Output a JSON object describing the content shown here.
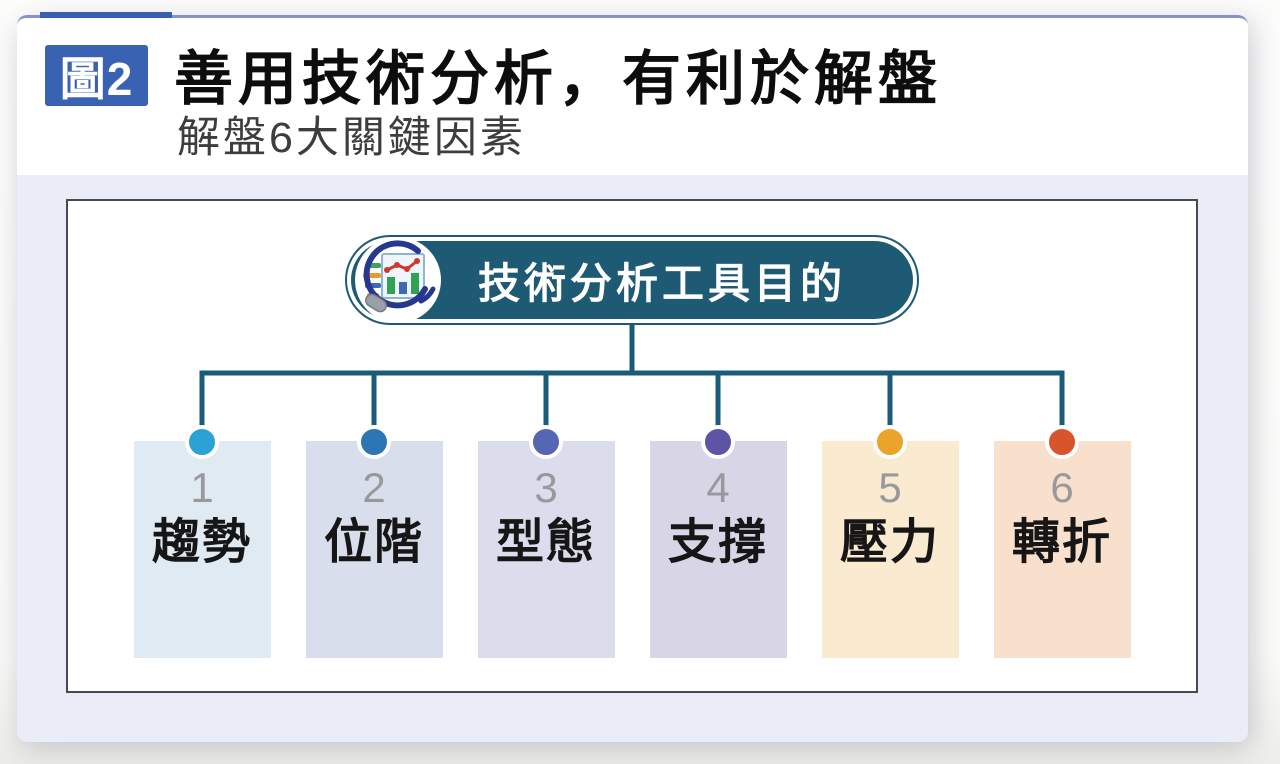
{
  "figure": {
    "tag": "圖2",
    "title": "善用技術分析，有利於解盤",
    "subtitle": "解盤6大關鍵因素"
  },
  "diagram": {
    "root": {
      "label": "技術分析工具目的",
      "icon": "magnifier-chart-icon"
    },
    "factors": [
      {
        "number": "1",
        "label": "趨勢",
        "dot_color": "#2ba1d6",
        "box_color": "#dfeaf3"
      },
      {
        "number": "2",
        "label": "位階",
        "dot_color": "#2c76b4",
        "box_color": "#d8deeb"
      },
      {
        "number": "3",
        "label": "型態",
        "dot_color": "#5566b2",
        "box_color": "#dcddec"
      },
      {
        "number": "4",
        "label": "支撐",
        "dot_color": "#5d54a6",
        "box_color": "#d8d5e6"
      },
      {
        "number": "5",
        "label": "壓力",
        "dot_color": "#eca32b",
        "box_color": "#faead0"
      },
      {
        "number": "6",
        "label": "轉折",
        "dot_color": "#d8552b",
        "box_color": "#f8e0cd"
      }
    ]
  },
  "colors": {
    "accent_blue": "#3a5fb0",
    "topline_blue": "#8793c7",
    "figure_tag_bg": "#3a62b2",
    "title_color": "#0d0d0d",
    "subtitle_color": "#3d3d3d",
    "card_body_bg": "#eaecf7",
    "frame_border": "#46494d",
    "pill_teal": "#1f5a74",
    "connector": "#1a5b79",
    "number_color": "#97999c",
    "label_color": "#161616"
  }
}
